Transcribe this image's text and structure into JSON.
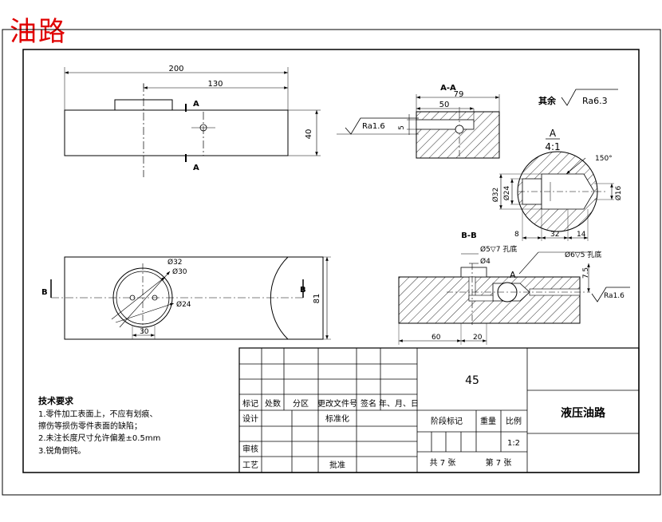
{
  "header": {
    "title": "油路",
    "title_color": "#e00000"
  },
  "dims": {
    "d200": "200",
    "d130": "130",
    "d40": "40",
    "d79": "79",
    "d50": "50",
    "d5": "5",
    "d32a": "Ø32",
    "d30": "Ø30",
    "d24a": "Ø24",
    "d30b": "30",
    "d81": "81",
    "d32b": "Ø32",
    "d24b": "Ø24",
    "d16": "Ø16",
    "d150": "150°",
    "d8": "8",
    "d32c": "32",
    "d14": "14",
    "d5_depth": "Ø5▽7 孔底",
    "d4": "Ø4",
    "d6": "Ø6▽5 孔底",
    "d75": "7.5",
    "d60": "60",
    "d20": "20"
  },
  "labels": {
    "sec_aa": "A-A",
    "sec_bb": "B-B",
    "arrow_a": "A",
    "arrow_b": "B",
    "detail_letter": "A",
    "detail_scale": "4:1",
    "rest": "其余",
    "ra63": "Ra6.3",
    "ra16a": "Ra1.6",
    "ra16b": "Ra1.6"
  },
  "notes": {
    "title": "技术要求",
    "lines": [
      "1.零件加工表面上，不应有划痕、",
      "擦伤等损伤零件表面的缺陷；",
      "2.未注长度尺寸允许偏差±0.5mm",
      "3.锐角倒钝。"
    ]
  },
  "title_block": {
    "material": "45",
    "part_name": "液压油路",
    "hdr": [
      "标记",
      "处数",
      "分区",
      "更改文件号",
      "签名",
      "年、月、日"
    ],
    "design": "设计",
    "standard": "标准化",
    "audit": "审核",
    "process": "工艺",
    "approve": "批准",
    "stage": "阶段标记",
    "weight": "重量",
    "ratio": "比例",
    "ratio_val": "1:2",
    "total": "共  7  张",
    "sheet": "第  7  张"
  }
}
